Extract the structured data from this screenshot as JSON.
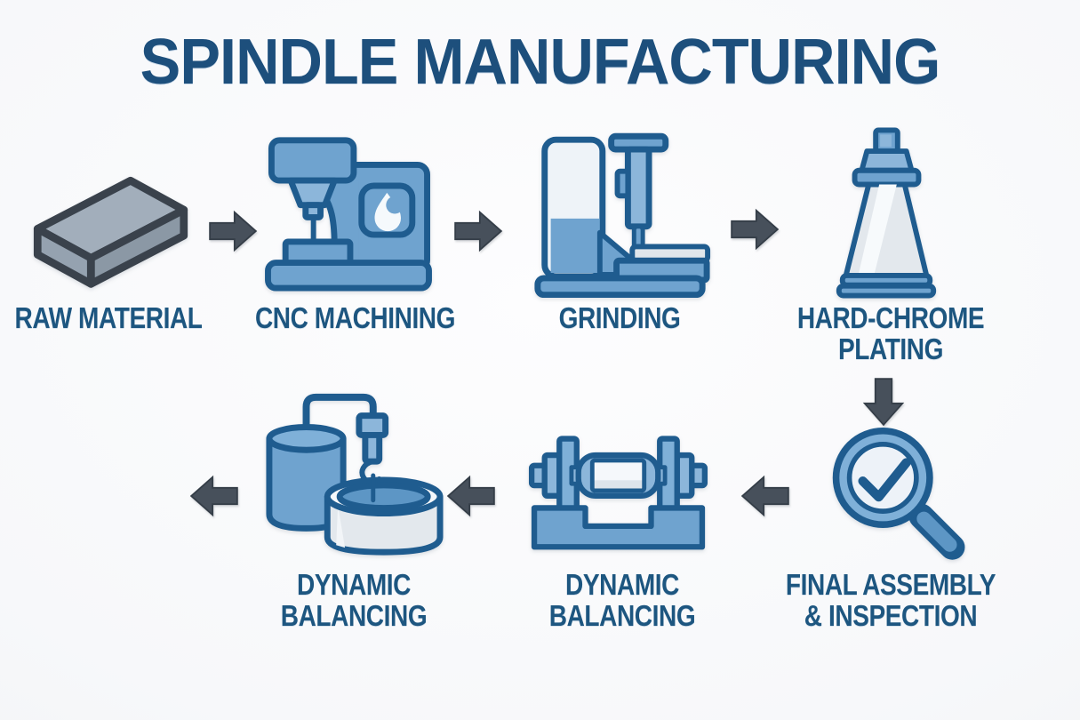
{
  "title": "SPINDLE MANUFACTURING",
  "colors": {
    "title_text": "#1d4f7c",
    "label_text": "#1d5680",
    "icon_fill_blue": "#6fa3cf",
    "icon_fill_light_blue": "#8cb6da",
    "icon_outline_blue": "#1f5c8f",
    "icon_fill_light": "#eef3f8",
    "steel_gray_top": "#a2aebb",
    "steel_gray_front": "#8b98a5",
    "steel_outline": "#3a424c",
    "arrow_gray": "#47505b",
    "background": "#f6f7f9"
  },
  "process": {
    "row1": [
      {
        "label": "RAW MATERIAL",
        "icon": "metal-bar-icon"
      },
      {
        "label": "CNC MACHINING",
        "icon": "cnc-machine-icon"
      },
      {
        "label": "GRINDING",
        "icon": "grinding-machine-icon"
      },
      {
        "label": "HARD-CHROME PLATING",
        "icon": "plating-spindle-icon"
      }
    ],
    "row2": [
      {
        "label": "DYNAMIC BALANCING",
        "icon": "plating-tank-icon"
      },
      {
        "label": "DYNAMIC BALANCING",
        "icon": "balancing-machine-icon"
      },
      {
        "label": "FINAL ASSEMBLY & INSPECTION",
        "icon": "magnifier-check-icon"
      }
    ]
  },
  "flow": {
    "row1_direction": "right",
    "connector": "down",
    "row2_direction": "left"
  }
}
